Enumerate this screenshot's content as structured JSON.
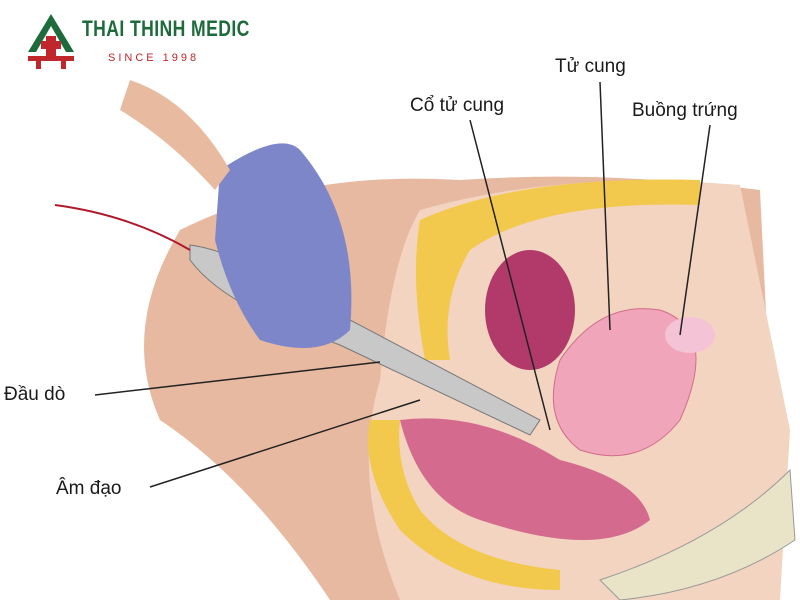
{
  "logo": {
    "brand": "THAI THINH MEDIC",
    "tagline": "SINCE 1998",
    "green": "#1d6b3a",
    "red": "#c0272d"
  },
  "labels": {
    "uterus": "Tử cung",
    "cervix": "Cổ tử cung",
    "ovary": "Buồng trứng",
    "probe": "Đầu dò",
    "vagina": "Âm đạo"
  }
}
